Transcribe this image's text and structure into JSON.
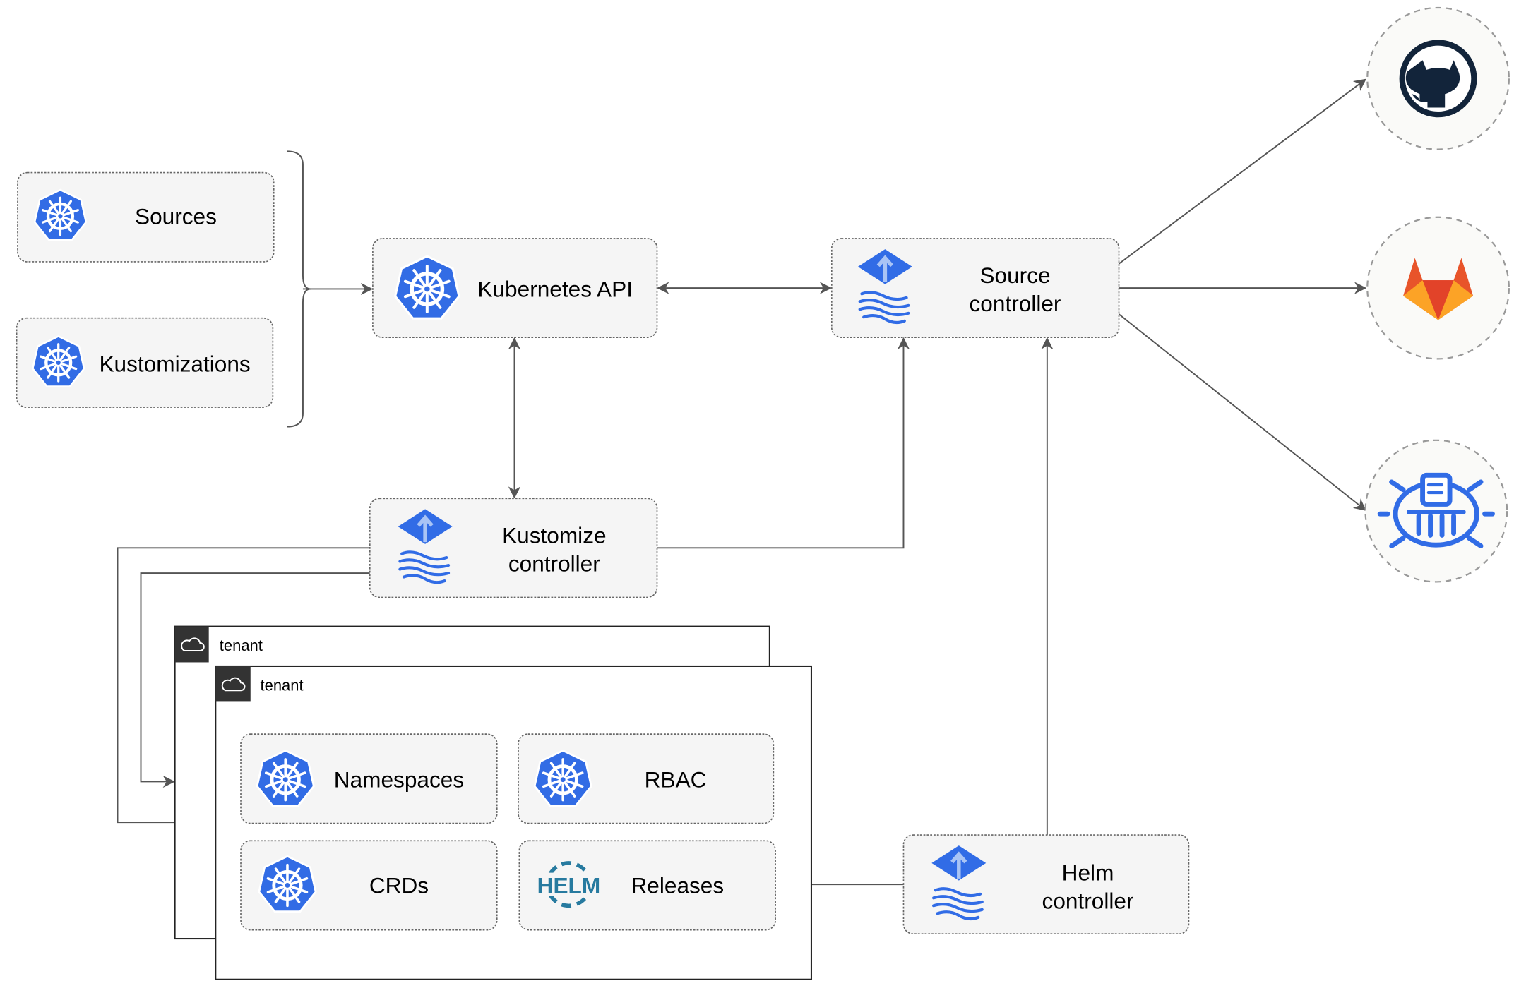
{
  "colors": {
    "kubernetes_blue": "#326CE5",
    "flux_blue": "#316CE6",
    "gitlab_orange": "#E8542A",
    "github_dark": "#12243A",
    "helm_blue": "#277A9F",
    "tenant_header": "#333333"
  },
  "nodes": {
    "sources": {
      "label": "Sources",
      "icon": "kubernetes-icon"
    },
    "kustomizations": {
      "label": "Kustomizations",
      "icon": "kubernetes-icon"
    },
    "kubernetes_api": {
      "label": "Kubernetes API",
      "icon": "kubernetes-icon"
    },
    "source_controller": {
      "line1": "Source",
      "line2": "controller",
      "icon": "flux-icon"
    },
    "kustomize_controller": {
      "line1": "Kustomize",
      "line2": "controller",
      "icon": "flux-icon"
    },
    "helm_controller": {
      "line1": "Helm",
      "line2": "controller",
      "icon": "flux-icon"
    },
    "namespaces": {
      "label": "Namespaces",
      "icon": "kubernetes-icon"
    },
    "rbac": {
      "label": "RBAC",
      "icon": "kubernetes-icon"
    },
    "crds": {
      "label": "CRDs",
      "icon": "kubernetes-icon"
    },
    "releases": {
      "label": "Releases",
      "icon": "helm-icon",
      "helm_text": "HELM"
    }
  },
  "tenants": [
    {
      "label": "tenant",
      "icon": "cloud-icon"
    },
    {
      "label": "tenant",
      "icon": "cloud-icon"
    }
  ],
  "repositories": [
    {
      "icon": "github-icon"
    },
    {
      "icon": "gitlab-icon"
    },
    {
      "icon": "helm-repository-icon"
    }
  ]
}
